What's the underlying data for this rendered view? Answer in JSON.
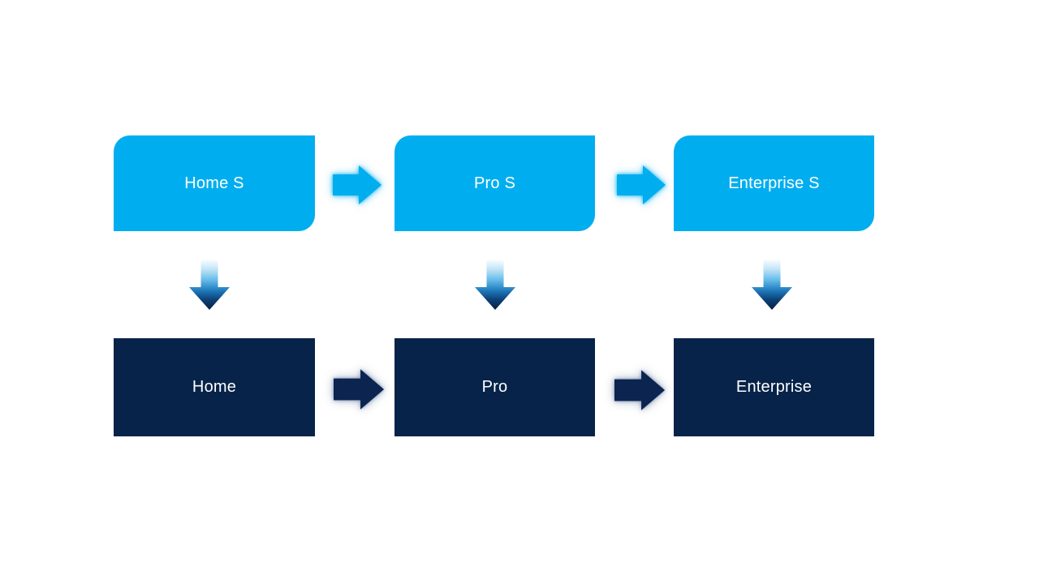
{
  "diagram": {
    "description": "Two-row upgrade flow diagram on white slide",
    "background": "#FFFFFF",
    "top_row": {
      "shape": "rounded-diagonal-corner-rectangle",
      "fill": "#00AEEF",
      "text_color": "#FFFFFF",
      "nodes": [
        {
          "label": "Home S"
        },
        {
          "label": "Pro S"
        },
        {
          "label": "Enterprise S"
        }
      ]
    },
    "bottom_row": {
      "shape": "rectangle",
      "fill": "#072349",
      "text_color": "#FFFFFF",
      "nodes": [
        {
          "label": "Home"
        },
        {
          "label": "Pro"
        },
        {
          "label": "Enterprise"
        }
      ]
    },
    "connectors": {
      "top_right_arrows": {
        "type": "right-block-arrow",
        "fill": "#00AEEF",
        "glow": "#00AEEF",
        "count": 2
      },
      "bottom_right_arrows": {
        "type": "right-block-arrow",
        "fill": "#0B2450",
        "glow": "#385682",
        "count": 2
      },
      "down_arrows": {
        "type": "down-block-arrow",
        "fill": "vertical-gradient",
        "gradient_stops": [
          "#FBFDFF",
          "#C6E6F8",
          "#5FB8E8",
          "#1E79BA",
          "#0D4076",
          "#071F41"
        ],
        "count": 3
      }
    }
  }
}
